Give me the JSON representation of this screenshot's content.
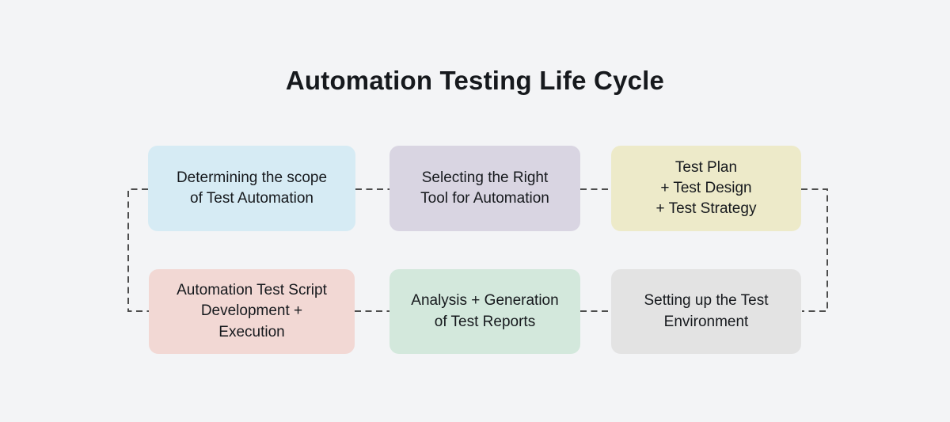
{
  "title": "Automation Testing Life Cycle",
  "colors": {
    "background": "#f3f4f6",
    "text": "#16191d",
    "connector": "#4d4d4d"
  },
  "boxes": [
    {
      "id": "scope",
      "label": "Determining the scope\nof Test Automation",
      "color": "#d6ebf4"
    },
    {
      "id": "tool",
      "label": "Selecting the Right\nTool for Automation",
      "color": "#d9d5e2"
    },
    {
      "id": "plan",
      "label": "Test Plan\n+ Test Design\n+ Test Strategy",
      "color": "#edeac9"
    },
    {
      "id": "script",
      "label": "Automation Test Script\nDevelopment +\nExecution",
      "color": "#f2d8d4"
    },
    {
      "id": "analysis",
      "label": "Analysis + Generation\nof Test Reports",
      "color": "#d3e8dc"
    },
    {
      "id": "environment",
      "label": "Setting up the Test\nEnvironment",
      "color": "#e3e3e3"
    }
  ],
  "connections": [
    {
      "from": "scope",
      "to": "tool"
    },
    {
      "from": "tool",
      "to": "plan"
    },
    {
      "from": "plan",
      "to": "environment"
    },
    {
      "from": "environment",
      "to": "analysis"
    },
    {
      "from": "analysis",
      "to": "script"
    },
    {
      "from": "script",
      "to": "scope"
    }
  ]
}
